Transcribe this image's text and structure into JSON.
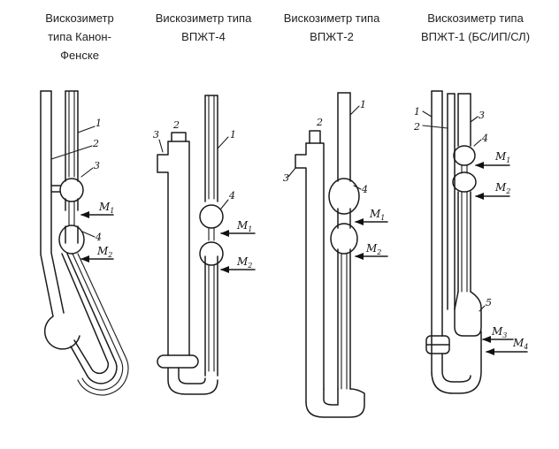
{
  "viscometers": [
    {
      "title_line1": "Вискозиметр",
      "title_line2": "типа Канон-",
      "title_line3": "Фенске",
      "labels": [
        "1",
        "2",
        "3",
        "4"
      ],
      "marks": [
        {
          "m": "M",
          "sub": "1"
        },
        {
          "m": "M",
          "sub": "2"
        }
      ]
    },
    {
      "title_line1": "Вискозиметр типа",
      "title_line2": "ВПЖТ-4",
      "labels": [
        "1",
        "2",
        "3",
        "4"
      ],
      "marks": [
        {
          "m": "M",
          "sub": "1"
        },
        {
          "m": "M",
          "sub": "2"
        }
      ]
    },
    {
      "title_line1": "Вискозиметр типа",
      "title_line2": "ВПЖТ-2",
      "labels": [
        "1",
        "2",
        "3",
        "4"
      ],
      "marks": [
        {
          "m": "M",
          "sub": "1"
        },
        {
          "m": "M",
          "sub": "2"
        }
      ]
    },
    {
      "title_line1": "Вискозиметр типа",
      "title_line2": "ВПЖТ-1 (БС/ИП/СЛ)",
      "labels": [
        "1",
        "2",
        "3",
        "4",
        "5"
      ],
      "marks": [
        {
          "m": "M",
          "sub": "1"
        },
        {
          "m": "M",
          "sub": "2"
        },
        {
          "m": "M",
          "sub": "3"
        },
        {
          "m": "M",
          "sub": "4"
        }
      ]
    }
  ]
}
